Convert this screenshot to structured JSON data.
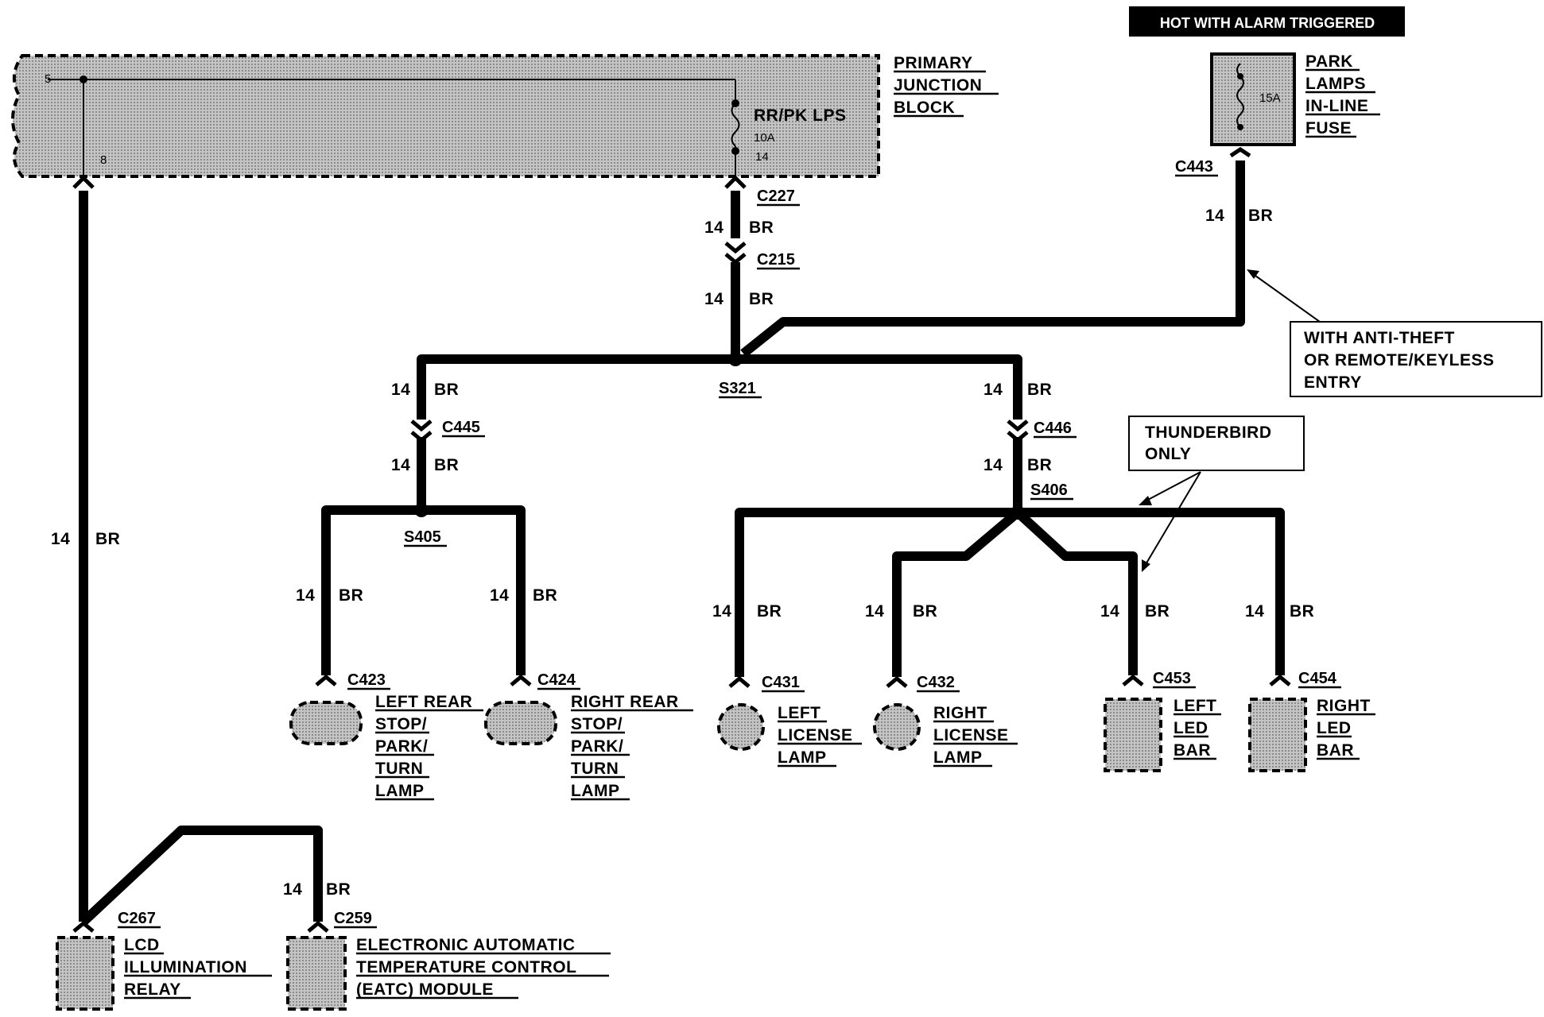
{
  "junction_block": {
    "name_lines": [
      "PRIMARY",
      "JUNCTION",
      "BLOCK"
    ],
    "fuse_label": "RR/PK LPS",
    "fuse_rating": "10A",
    "fuse_number": "14",
    "pin_left": "8",
    "pin_top": "5"
  },
  "banner": "HOT WITH ALARM TRIGGERED",
  "inline_fuse": {
    "name_lines": [
      "PARK",
      "LAMPS",
      "IN-LINE",
      "FUSE"
    ],
    "rating": "15A",
    "connector": "C443"
  },
  "wire": {
    "gauge": "14",
    "color": "BR"
  },
  "connectors": {
    "c227": "C227",
    "c215": "C215",
    "c445": "C445",
    "c446": "C446",
    "c423": "C423",
    "c424": "C424",
    "c431": "C431",
    "c432": "C432",
    "c453": "C453",
    "c454": "C454",
    "c267": "C267",
    "c259": "C259"
  },
  "splices": {
    "s321": "S321",
    "s405": "S405",
    "s406": "S406"
  },
  "notes": {
    "anti_theft": [
      "WITH ANTI-THEFT",
      "OR REMOTE/KEYLESS",
      "ENTRY"
    ],
    "thunderbird": [
      "THUNDERBIRD",
      "ONLY"
    ]
  },
  "components": {
    "left_rear": [
      "LEFT REAR",
      "STOP/",
      "PARK/",
      "TURN",
      "LAMP"
    ],
    "right_rear": [
      "RIGHT REAR",
      "STOP/",
      "PARK/",
      "TURN",
      "LAMP"
    ],
    "left_license": [
      "LEFT",
      "LICENSE",
      "LAMP"
    ],
    "right_license": [
      "RIGHT",
      "LICENSE",
      "LAMP"
    ],
    "left_led": [
      "LEFT",
      "LED",
      "BAR"
    ],
    "right_led": [
      "RIGHT",
      "LED",
      "BAR"
    ],
    "lcd_relay": [
      "LCD",
      "ILLUMINATION",
      "RELAY"
    ],
    "eatc": [
      "ELECTRONIC AUTOMATIC",
      "TEMPERATURE CONTROL",
      "(EATC) MODULE"
    ]
  }
}
